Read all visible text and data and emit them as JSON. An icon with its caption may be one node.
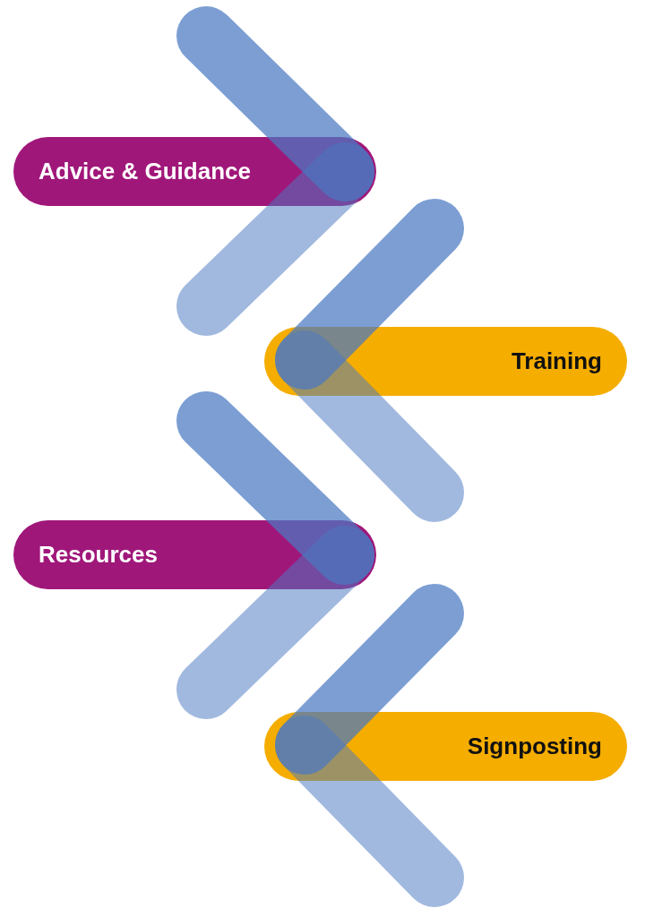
{
  "diagram": {
    "nodes": [
      {
        "text": [
          "Advice & Guidance"
        ]
      },
      {
        "text": [
          "Training"
        ]
      },
      {
        "text": [
          "Resources"
        ]
      },
      {
        "text": [
          "Signposting"
        ]
      }
    ]
  }
}
